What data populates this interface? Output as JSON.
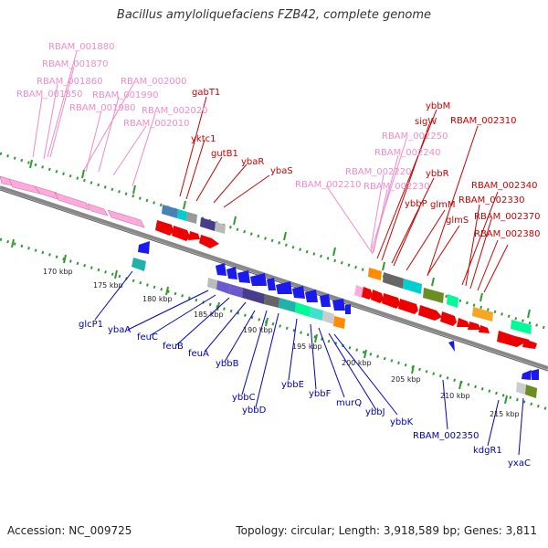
{
  "title": "Bacillus amyloliquefaciens FZB42, complete genome",
  "footer": {
    "accession": "Accession: NC_009725",
    "info": "Topology: circular; Length: 3,918,589 bp; Genes: 3,811"
  },
  "colors": {
    "pink_label": "#f08cc8",
    "red_label": "#cc0000",
    "blue_label": "#0000bb",
    "red_gene": "#ee0000",
    "blue_gene": "#1a1aee",
    "pink_gene": "#ffaadd",
    "dotted_track": "#339933",
    "backbone": "#888888"
  },
  "ticks": [
    "170 kbp",
    "175 kbp",
    "180 kbp",
    "185 kbp",
    "190 kbp",
    "195 kbp",
    "200 kbp",
    "205 kbp",
    "210 kbp",
    "215 kbp"
  ],
  "labels_pink": [
    "RBAM_001880",
    "RBAM_001870",
    "RBAM_001860",
    "RBAM_001850",
    "RBAM_002000",
    "RBAM_001990",
    "RBAM_001980",
    "RBAM_002020",
    "RBAM_002010",
    "RBAM_002250",
    "RBAM_002240",
    "RBAM_002220",
    "RBAM_002230",
    "RBAM_002210"
  ],
  "labels_red": [
    "gabT1",
    "yktc1",
    "gutB1",
    "ybaR",
    "ybaS",
    "ybbM",
    "sigW",
    "RBAM_002310",
    "ybbR",
    "ybbP",
    "glmM",
    "glmS",
    "RBAM_002340",
    "RBAM_002330",
    "RBAM_002370",
    "RBAM_002380"
  ],
  "labels_blue": [
    "glcP1",
    "ybaA",
    "feuC",
    "feuB",
    "feuA",
    "ybbB",
    "ybbC",
    "ybbD",
    "ybbE",
    "ybbF",
    "murQ",
    "ybbJ",
    "ybbK",
    "RBAM_002350",
    "kdgR1",
    "yxaC"
  ]
}
